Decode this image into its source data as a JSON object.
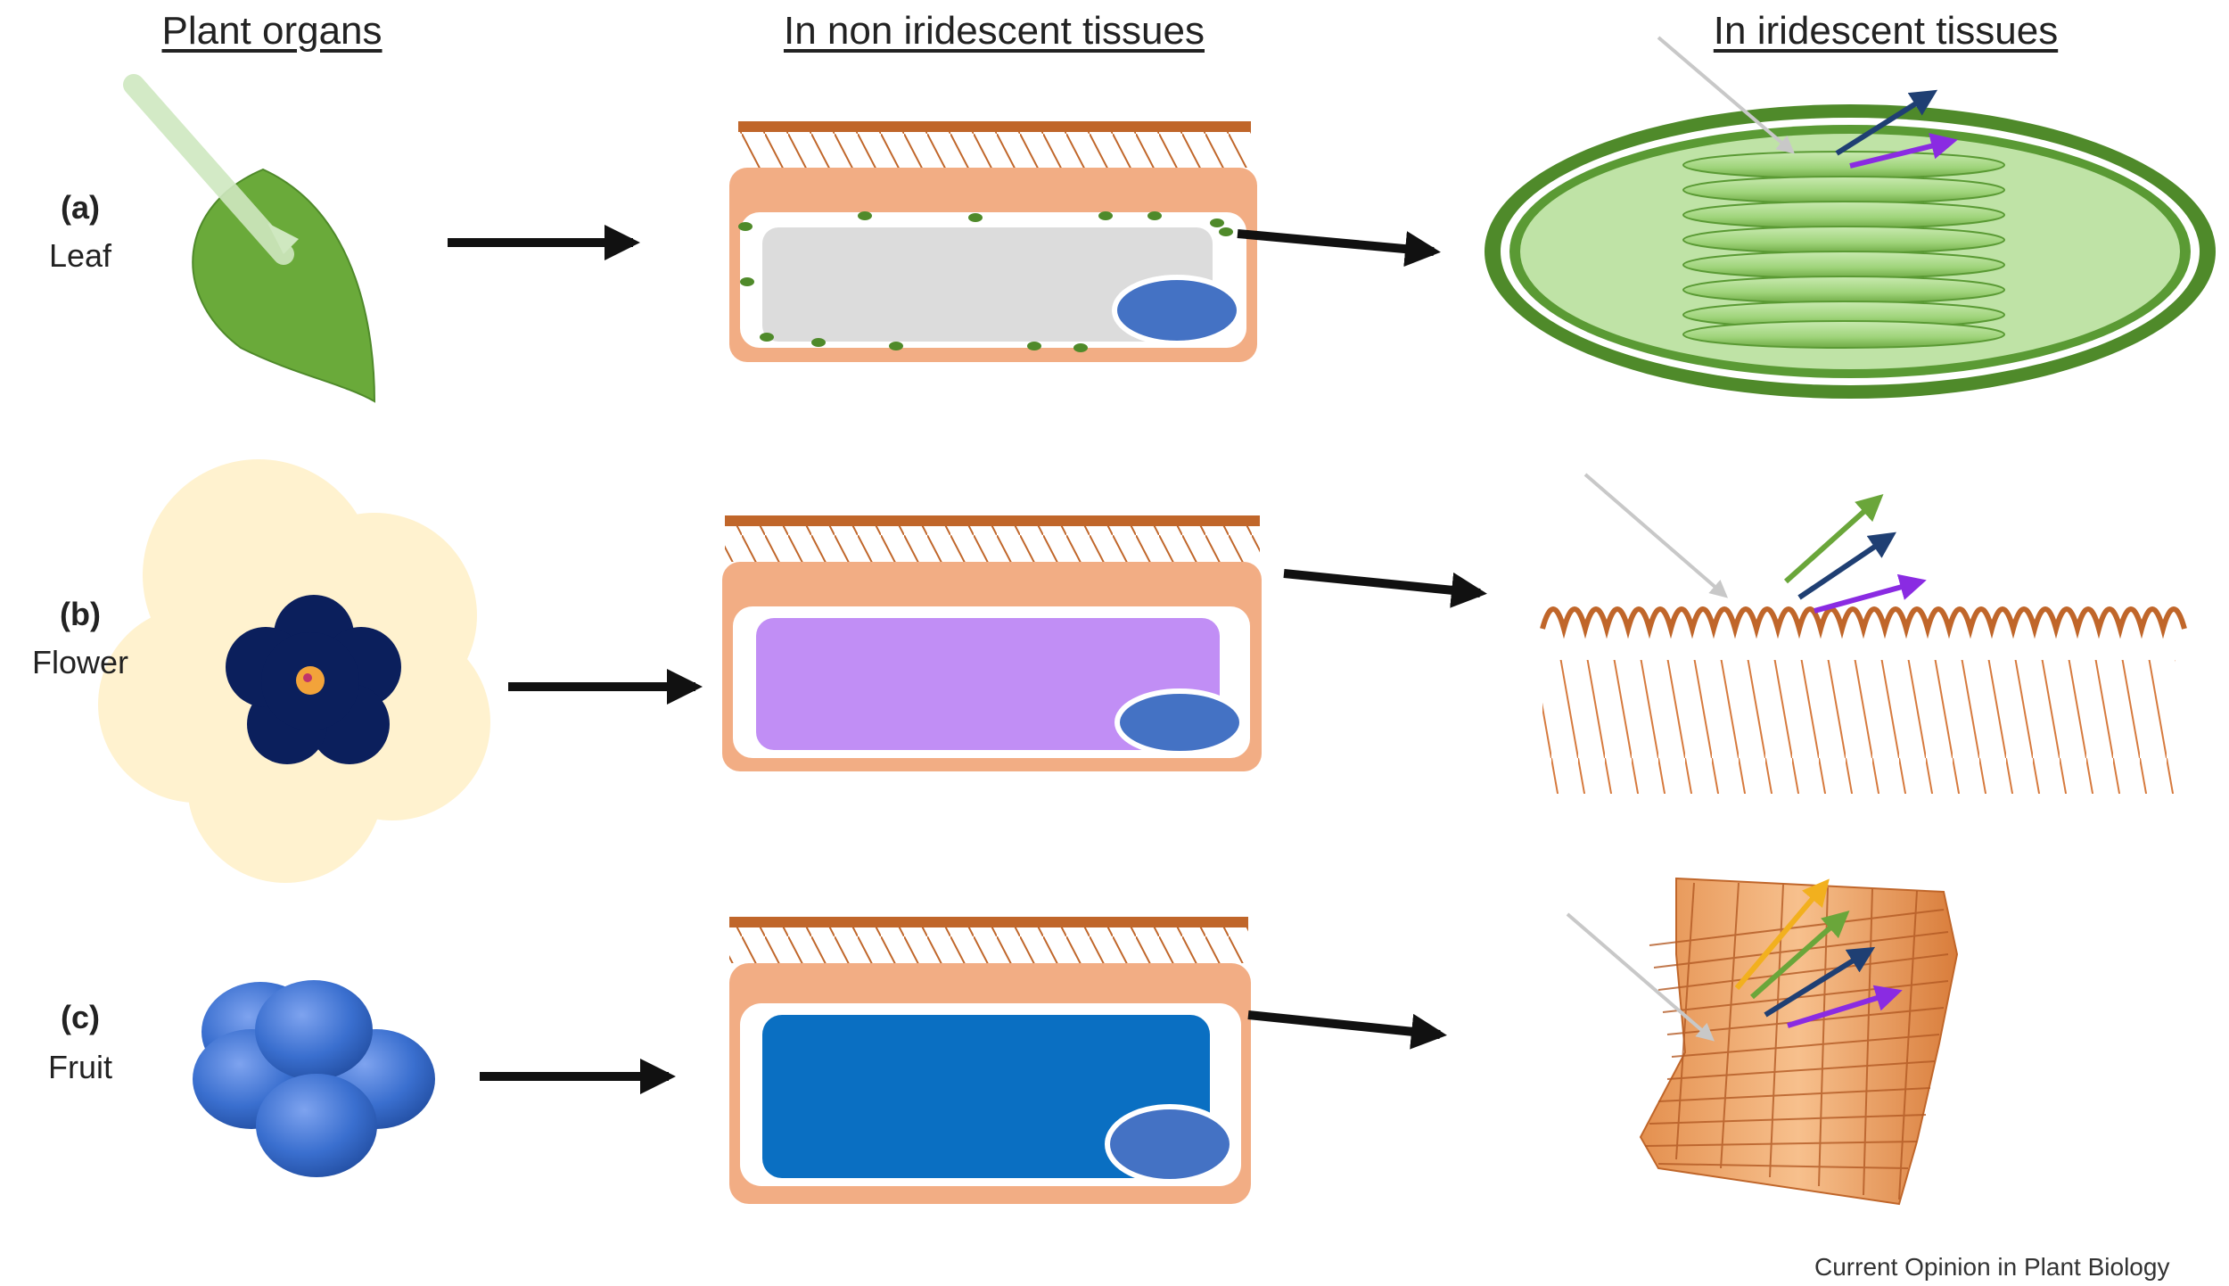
{
  "headers": {
    "col1": "Plant organs",
    "col2": "In non iridescent tissues",
    "col3": "In iridescent tissues"
  },
  "rows": [
    {
      "tag": "(a)",
      "organ": "Leaf"
    },
    {
      "tag": "(b)",
      "organ": "Flower"
    },
    {
      "tag": "(c)",
      "organ": "Fruit"
    }
  ],
  "credit": "Current Opinion in Plant Biology",
  "colors": {
    "leaf_green": "#6aaa3a",
    "chloroplast_green": "#4f8a2a",
    "wall_orange": "#f2ad84",
    "cuticle_brown": "#c0662a",
    "vacuole_grey": "#dcdcdc",
    "vacuole_purple": "#c18ef5",
    "vacuole_blue": "#0a6fc2",
    "nucleus_blue": "#4472c4",
    "flower_cream": "#fff2cf",
    "flower_navy": "#0b1f5c",
    "berry_blue": "#3a6fcf"
  }
}
